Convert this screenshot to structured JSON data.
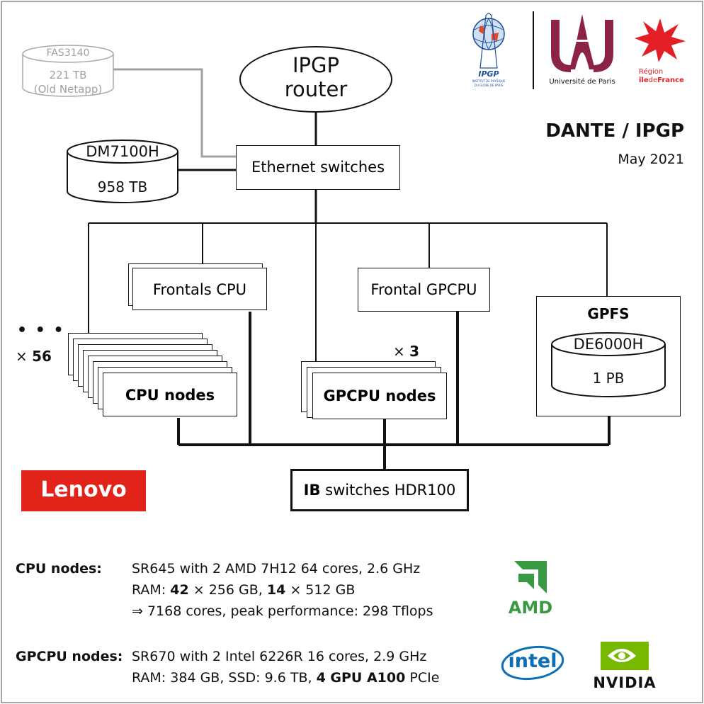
{
  "title": "DANTE / IPGP",
  "date": "May 2021",
  "router": {
    "line1": "IPGP",
    "line2": "router"
  },
  "ethernet": "Ethernet switches",
  "old_storage": {
    "name": "FAS3140",
    "size": "221 TB",
    "note": "(Old Netapp)"
  },
  "dm_storage": {
    "name": "DM7100H",
    "size": "958 TB"
  },
  "frontals_cpu": "Frontals CPU",
  "frontal_gpcpu": "Frontal GPCPU",
  "gpfs": {
    "title": "GPFS",
    "name": "DE6000H",
    "size": "1 PB"
  },
  "cpu_nodes": {
    "label": "CPU nodes",
    "dots": "• • •",
    "times": "×",
    "count": "56"
  },
  "gpcpu_nodes": {
    "label": "GPCPU nodes",
    "times": "×",
    "count": "3"
  },
  "ib": {
    "bold": "IB",
    "rest": " switches HDR100"
  },
  "logos": {
    "lenovo": "Lenovo",
    "ipgp": "IPGP",
    "ipgp_sub1": "INSTITUT DE PHYSIQUE",
    "ipgp_sub2": "DU GLOBE DE PARIS",
    "universite": "Université de Paris",
    "region": "Région",
    "iledefrance_1": "île",
    "iledefrance_2": "de",
    "iledefrance_3": "France",
    "amd": "AMD",
    "intel": "intel",
    "nvidia": "NVIDIA"
  },
  "specs": {
    "cpu": {
      "heading": "CPU nodes:",
      "line1": "SR645 with 2 AMD 7H12 64 cores, 2.6 GHz",
      "line2_a": "RAM: ",
      "line2_b": "42",
      "line2_c": " × 256 GB, ",
      "line2_d": "14",
      "line2_e": " × 512 GB",
      "line3": "⇒ 7168 cores, peak performance: 298 Tflops"
    },
    "gpcpu": {
      "heading": "GPCPU nodes:",
      "line1": "SR670 with 2 Intel 6226R 16 cores, 2.9 GHz",
      "line2_a": "RAM: 384 GB, SSD: 9.6 TB, ",
      "line2_b": "4 GPU A100",
      "line2_c": " PCIe"
    }
  },
  "colors": {
    "line": "#111111",
    "old_storage": "#a8a8a8",
    "lenovo_red": "#e2231a",
    "amd_green": "#3a9a43",
    "intel_blue": "#0a6fb7",
    "nvidia_green": "#76b900",
    "univ_red": "#8b2346",
    "region_red": "#e41e26",
    "ipgp_blue": "#1d4f9c"
  }
}
